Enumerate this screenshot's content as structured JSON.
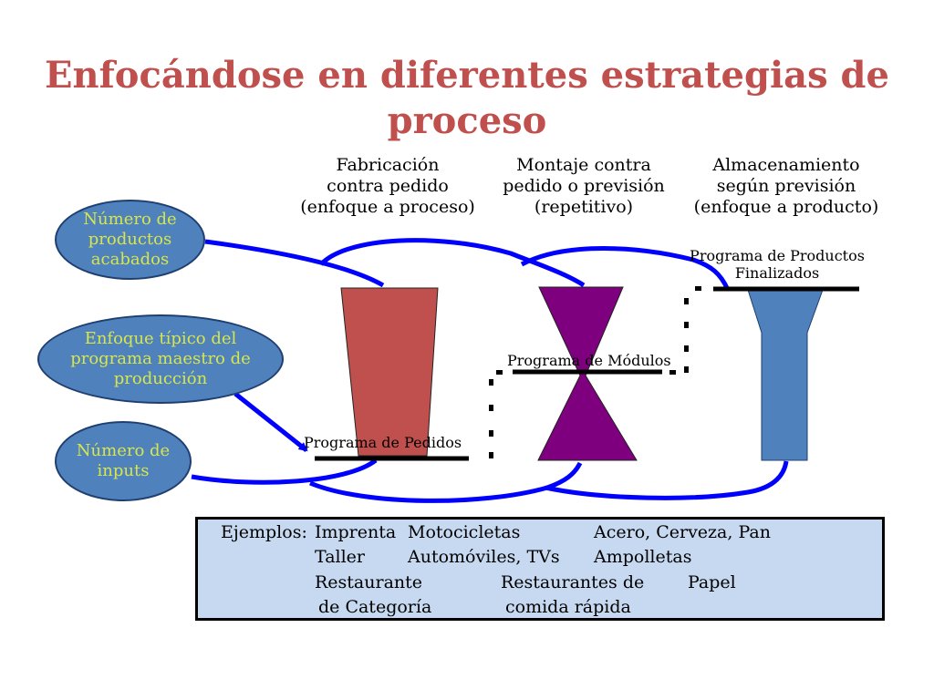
{
  "title": {
    "line1": "Enfocándose en diferentes estrategias de",
    "line2": "proceso"
  },
  "columns": [
    {
      "lines": [
        "Fabricación",
        "contra pedido",
        "(enfoque a proceso)"
      ]
    },
    {
      "lines": [
        "Montaje contra",
        "pedido o previsión",
        "(repetitivo)"
      ]
    },
    {
      "lines": [
        "Almacenamiento",
        "según previsión",
        "(enfoque a producto)"
      ]
    }
  ],
  "ellipses": [
    {
      "lines": [
        "Número de",
        "productos",
        "acabados"
      ]
    },
    {
      "lines": [
        "Enfoque típico del",
        "programa maestro de",
        "producción"
      ]
    },
    {
      "lines": [
        "Número de",
        "inputs"
      ]
    }
  ],
  "labels": {
    "pedidos": "Programa de Pedidos",
    "modulos": "Programa de Módulos",
    "productos_line1": "Programa de Productos",
    "productos_line2": "Finalizados"
  },
  "examples": {
    "heading": "Ejemplos:",
    "col1": [
      "Imprenta",
      "Taller",
      "Restaurante",
      "de Categoría"
    ],
    "col2": [
      "Motocicletas",
      "Automóviles, TVs",
      "Restaurantes de",
      "comida rápida"
    ],
    "col3": [
      "Acero, Cerveza, Pan",
      "Ampolletas",
      "Papel"
    ]
  },
  "colors": {
    "title": "#c0504d",
    "process_shape": "#c0504d",
    "repetitive_shape": "#7f007f",
    "product_shape": "#4f81bd",
    "ellipse_fill": "#4f81bd",
    "ellipse_text": "#d7e64a",
    "arrow": "#0000ff",
    "examples_fill": "#c6d9f1"
  }
}
